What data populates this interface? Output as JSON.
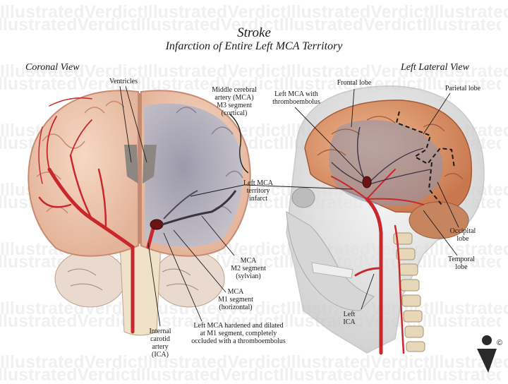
{
  "watermark": "IllustratedVerdictIllustratedVerdictIllustratedVerdictIllustratedVerdict",
  "title": "Stroke",
  "subtitle": "Infarction of Entire Left MCA Territory",
  "views": {
    "coronal": "Coronal View",
    "lateral": "Left Lateral View"
  },
  "labels": {
    "ventricles": "Ventricles",
    "mca_m3": [
      "Middle cerebral",
      "artery (MCA)",
      "M3 segment",
      "(cortical)"
    ],
    "left_mca_thrombo": [
      "Left MCA with",
      "thromboembolus"
    ],
    "frontal_lobe": "Frontal lobe",
    "parietal_lobe": "Parietal lobe",
    "territory_infarct": [
      "Left MCA",
      "territory",
      "infarct"
    ],
    "mca_m2": [
      "MCA",
      "M2 segment",
      "(sylvian)"
    ],
    "mca_m1": [
      "MCA",
      "M1 segment",
      "(horizontal)"
    ],
    "hardened": [
      "Left MCA hardened and dilated",
      "at M1 segment, completely",
      "occluded with a thromboembolus"
    ],
    "ica_internal": [
      "Internal",
      "carotid",
      "artery",
      "(ICA)"
    ],
    "left_ica": [
      "Left",
      "ICA"
    ],
    "occipital_lobe": [
      "Occipital",
      "lobe"
    ],
    "temporal_lobe": [
      "Temporal",
      "lobe"
    ]
  },
  "copyright": "©",
  "colors": {
    "artery": "#c8282c",
    "brain": "#e6a47c",
    "infarct": "#9aa0b6",
    "skull": "#d8d8d8"
  }
}
